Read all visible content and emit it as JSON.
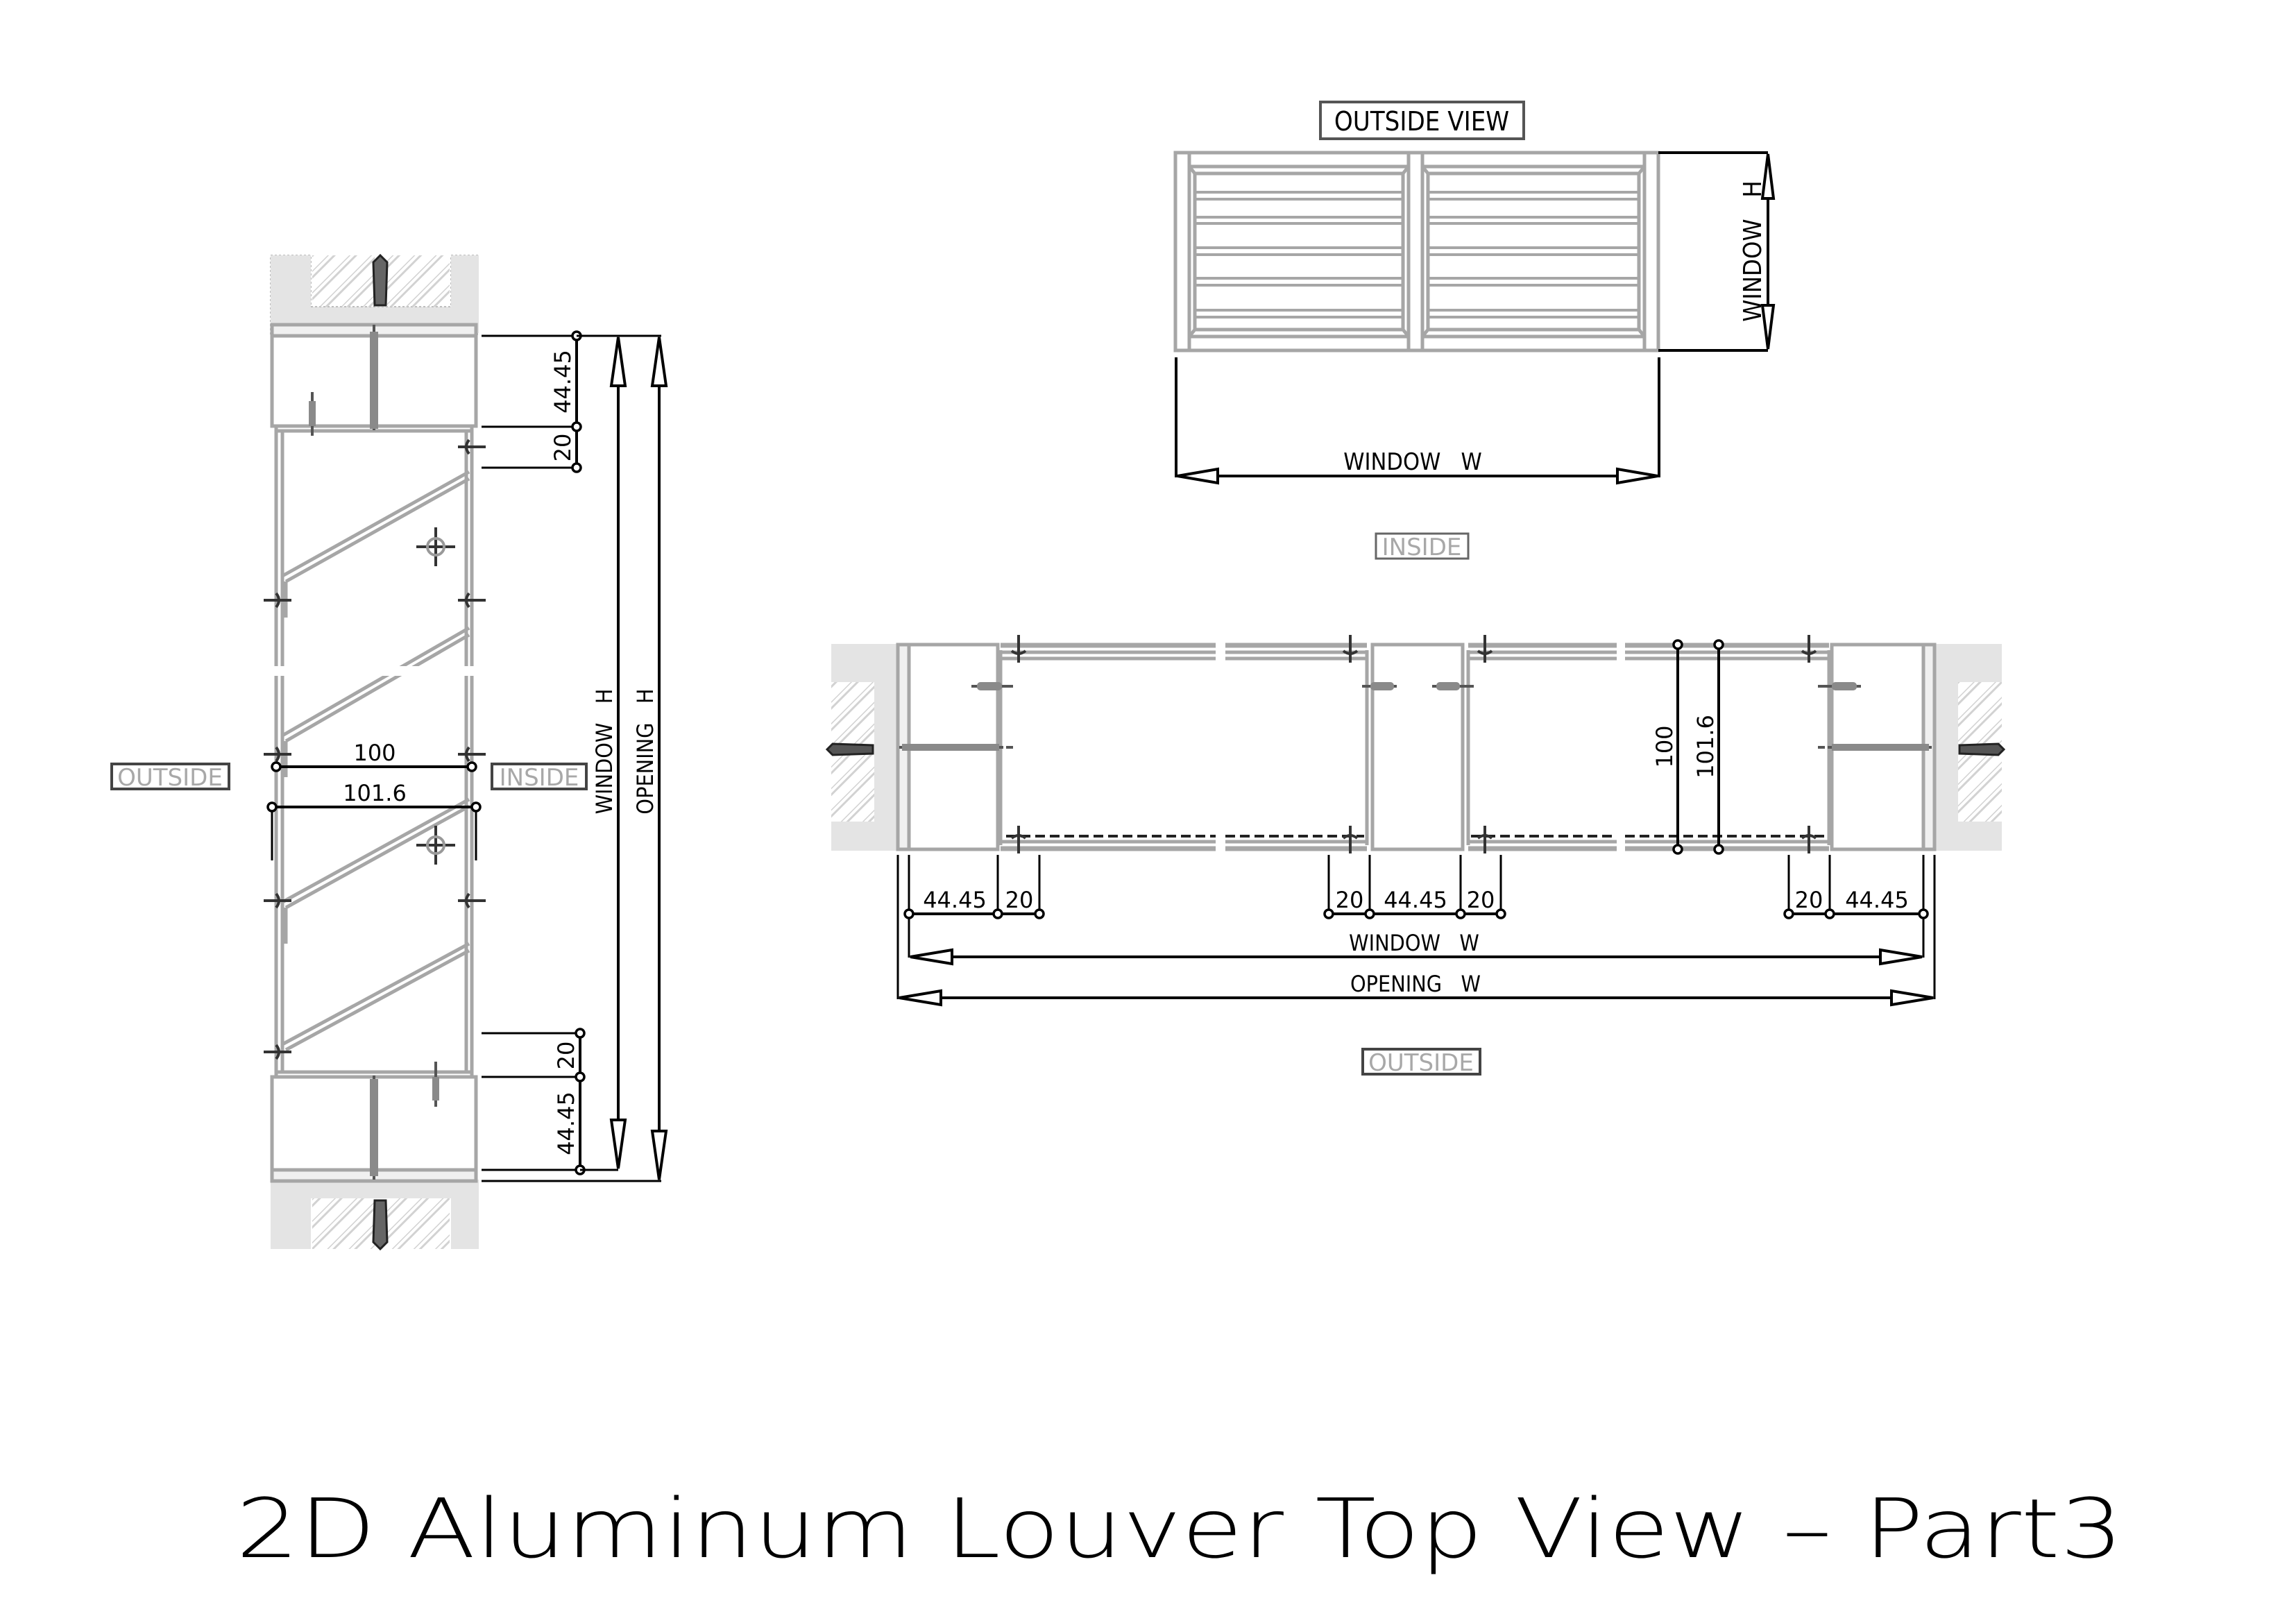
{
  "title": "2D Aluminum Louver Top View – Part3",
  "outside_view": {
    "label": "OUTSIDE VIEW",
    "width_dimension": "WINDOW   W",
    "height_dimension": "WINDOW   H",
    "side_label": "INSIDE",
    "panels": 2,
    "slats_per_panel": 5
  },
  "vertical_section": {
    "left_label": "OUTSIDE",
    "right_label": "INSIDE",
    "top_dims": [
      "44.45",
      "20"
    ],
    "bottom_dims": [
      "20",
      "44.45"
    ],
    "depth_dims": [
      "100",
      "101.6"
    ],
    "window_dimension": "WINDOW   H",
    "opening_dimension": "OPENING   H"
  },
  "horizontal_section": {
    "bottom_label": "OUTSIDE",
    "left_dims": [
      "44.45",
      "20"
    ],
    "mullion_dims": [
      "20",
      "44.45",
      "20"
    ],
    "right_dims": [
      "20",
      "44.45"
    ],
    "depth_dims": [
      "100",
      "101.6"
    ],
    "window_dimension": "WINDOW   W",
    "opening_dimension": "OPENING   W"
  },
  "colors": {
    "profile": "#a6a6a6",
    "wall": "#e4e4e4",
    "dimension": "#000000",
    "label_text": "#a8a8a8",
    "label_border": "#444444"
  }
}
